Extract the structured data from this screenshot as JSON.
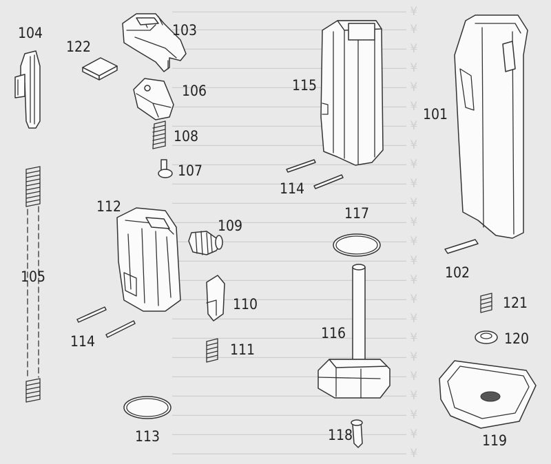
{
  "parts": [
    {
      "id": "p104",
      "num": "104"
    },
    {
      "id": "p122",
      "num": "122"
    },
    {
      "id": "p103",
      "num": "103"
    },
    {
      "id": "p106",
      "num": "106"
    },
    {
      "id": "p108",
      "num": "108"
    },
    {
      "id": "p107",
      "num": "107"
    },
    {
      "id": "p105",
      "num": "105"
    },
    {
      "id": "p112",
      "num": "112"
    },
    {
      "id": "p109",
      "num": "109"
    },
    {
      "id": "p110",
      "num": "110"
    },
    {
      "id": "p111",
      "num": "111"
    },
    {
      "id": "p114a",
      "num": "114"
    },
    {
      "id": "p113",
      "num": "113"
    },
    {
      "id": "p115",
      "num": "115"
    },
    {
      "id": "p114b",
      "num": "114"
    },
    {
      "id": "p117",
      "num": "117"
    },
    {
      "id": "p116",
      "num": "116"
    },
    {
      "id": "p118",
      "num": "118"
    },
    {
      "id": "p101",
      "num": "101"
    },
    {
      "id": "p102",
      "num": "102"
    },
    {
      "id": "p121",
      "num": "121"
    },
    {
      "id": "p120",
      "num": "120"
    },
    {
      "id": "p119",
      "num": "119"
    }
  ],
  "colors": {
    "background": "#e9e9e9",
    "line": "#333333",
    "label": "#222222",
    "bleed": "#cfcfcf"
  }
}
